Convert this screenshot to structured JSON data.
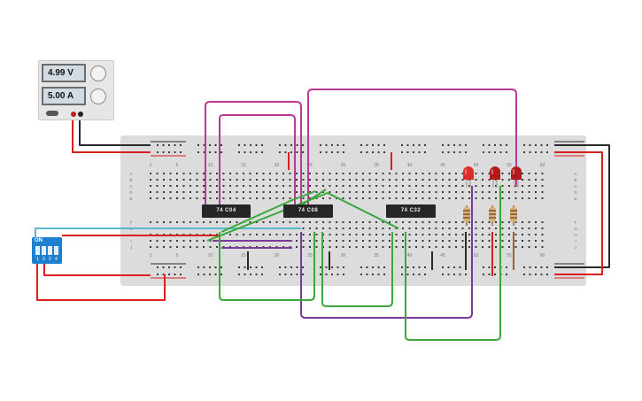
{
  "power_supply": {
    "voltage": "4.99 V",
    "current": "5.00 A"
  },
  "dip_switch": {
    "label": "ON",
    "positions": [
      "1",
      "2",
      "3",
      "4"
    ]
  },
  "chips": [
    {
      "label": "74 C04"
    },
    {
      "label": "74 C08"
    },
    {
      "label": "74 C32"
    }
  ],
  "breadboard": {
    "column_numbers": [
      "1",
      "5",
      "10",
      "15",
      "20",
      "25",
      "30",
      "35",
      "40",
      "45",
      "50",
      "55",
      "60"
    ],
    "row_letters_top": [
      "A",
      "B",
      "C",
      "D",
      "E"
    ],
    "row_letters_bottom": [
      "F",
      "G",
      "H",
      "I",
      "J"
    ]
  },
  "leds": [
    {
      "color": "#e02a2a"
    },
    {
      "color": "#b01c1c"
    },
    {
      "color": "#b01c1c"
    }
  ],
  "colors": {
    "board": "#dcdcdc",
    "wire_magenta": "#b83a93",
    "wire_green": "#3aa83a",
    "wire_purple": "#7a3a9a",
    "wire_red": "#d82020",
    "wire_black": "#2a2a2a",
    "wire_cyan": "#5ab8d0"
  }
}
